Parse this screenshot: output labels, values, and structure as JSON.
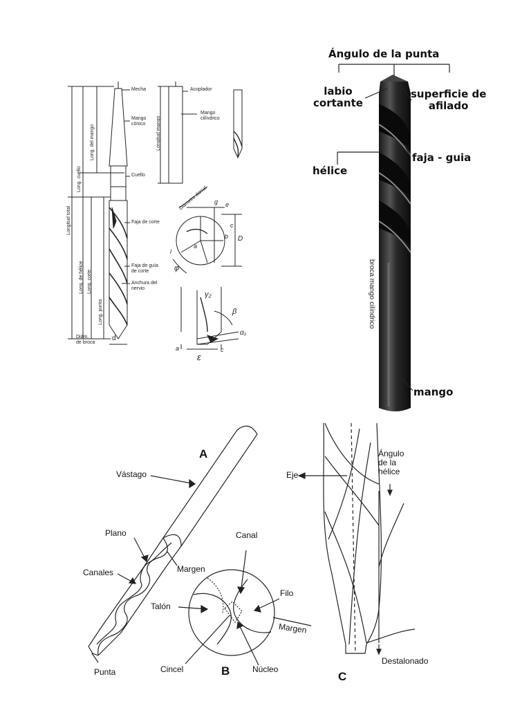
{
  "panel_technical": {
    "labels": {
      "mecha": "Mecha",
      "mango_conico": "Mango\ncónico",
      "long_mango": "Long. del mango",
      "long_cuello": "Long. cuello",
      "cuello": "Cuello",
      "longitud_total": "Longitud total",
      "faja_corte": "Faja de corte",
      "long_helice": "Long. de hélice",
      "long_corte": "Long. corte",
      "faja_guia": "Faja de guía\nde corte",
      "anchura_nervio": "Anchura del\nnervio",
      "long_punta": "Long. punta",
      "diam_broca": "Diám.\nde broca",
      "d": "d",
      "acoplador": "Acoplador",
      "longitud_mango": "Longitud mango",
      "mango_cilindrico": "Mango\ncilíndrico",
      "diametro_dorsal": "Diámetro dorsal",
      "g": "g",
      "e": "e",
      "c": "c",
      "b": "b",
      "a": "a",
      "D": "D",
      "l": "l",
      "phi": "φ",
      "gamma": "γ₂",
      "beta": "β",
      "alpha": "α₁",
      "epsilon": "ε",
      "a2": "a",
      "c2": "c"
    }
  },
  "panel_photo": {
    "labels": {
      "angulo_punta": "Ángulo de la punta",
      "labio_cortante": "labio\ncortante",
      "superficie_afilado": "superficie de\nafilado",
      "faja_guia": "faja - guia",
      "helice": "hélice",
      "broca_mango": "broca mango cilíndrico",
      "mango": "mango"
    }
  },
  "panel_a": {
    "labels": {
      "letter": "A",
      "vastago": "Vástago",
      "plano": "Plano",
      "margen": "Margen",
      "canales": "Canales",
      "punta": "Punta"
    }
  },
  "panel_b": {
    "labels": {
      "letter": "B",
      "canal": "Canal",
      "filo": "Filo",
      "talon": "Talón",
      "margen": "Margen",
      "cincel": "Cincel",
      "nucleo": "Núcleo"
    }
  },
  "panel_c": {
    "labels": {
      "letter": "C",
      "eje": "Eje",
      "angulo_helice": "Ángulo\nde la\nhélice",
      "destalonado": "Destalonado"
    }
  }
}
